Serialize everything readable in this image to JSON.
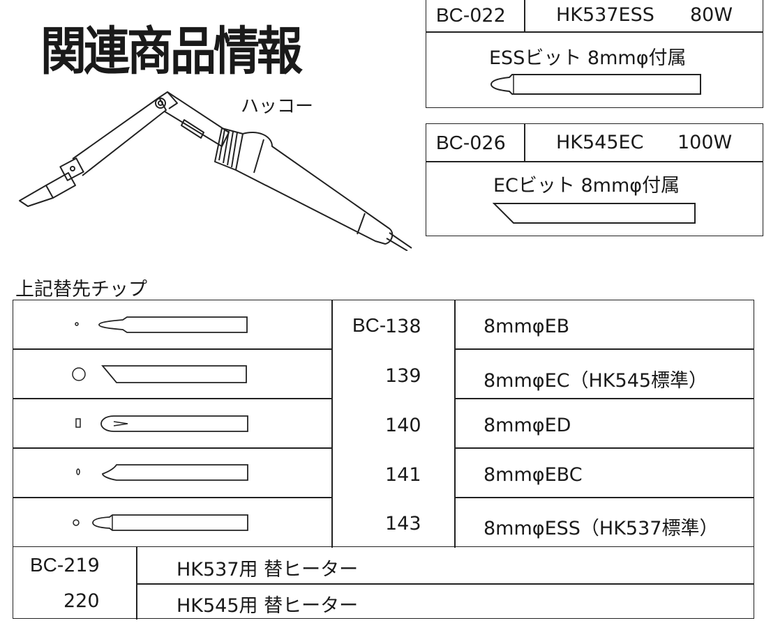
{
  "title": "関連商品情報",
  "brand": "ハッコー",
  "products": [
    {
      "prefix": "BC-",
      "code": "022",
      "model": "HK537ESS",
      "watt": "80W",
      "bit": "ESSビット 8mmφ付属"
    },
    {
      "prefix": "BC-",
      "code": "026",
      "model": "HK545EC",
      "watt": "100W",
      "bit": "ECビット 8mmφ付属"
    }
  ],
  "tips_label": "上記替先チップ",
  "tips": {
    "prefix": "BC-",
    "rows": [
      {
        "code": "138",
        "desc": "8mmφEB"
      },
      {
        "code": "139",
        "desc": "8mmφEC（HK545標準）"
      },
      {
        "code": "140",
        "desc": "8mmφED"
      },
      {
        "code": "141",
        "desc": "8mmφEBC"
      },
      {
        "code": "143",
        "desc": "8mmφESS（HK537標準）"
      }
    ]
  },
  "heaters": {
    "prefix": "BC-",
    "rows": [
      {
        "code": "219",
        "desc": "HK537用 替ヒーター"
      },
      {
        "code": "220",
        "desc": "HK545用 替ヒーター"
      }
    ]
  }
}
